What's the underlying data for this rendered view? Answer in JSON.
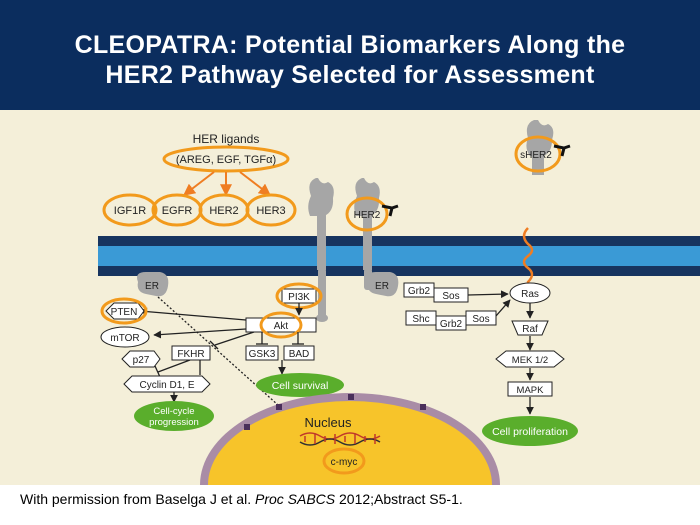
{
  "slide": {
    "title_line1": "CLEOPATRA: Potential Biomarkers Along the",
    "title_line2": "HER2 Pathway Selected for Assessment"
  },
  "colors": {
    "header_bg": "#0b2d5e",
    "diagram_bg": "#f4efd9",
    "highlight_ring": "#f29a1c",
    "membrane_dark": "#17345f",
    "membrane_light": "#3a9ad6",
    "outcome_green": "#5aae2c",
    "nucleus_yellow": "#f7c42a",
    "nucleus_rim": "#a98ca6",
    "receptor_gray": "#a6a6a6"
  },
  "diagram": {
    "her_ligands_title": "HER ligands",
    "her_ligands_list": "(AREG, EGF, TGFα)",
    "receptors": [
      "IGF1R",
      "EGFR",
      "HER2",
      "HER3"
    ],
    "her2_membrane": "HER2",
    "shed_her2": "sHER2",
    "er_left": "ER",
    "er_right": "ER",
    "pi3k": "PI3K",
    "akt": "Akt",
    "pten": "PTEN",
    "mtor": "mTOR",
    "p27": "p27",
    "fkhr": "FKHR",
    "gsk3": "GSK3",
    "bad": "BAD",
    "cyclin": "Cyclin D1, E",
    "cell_cycle_line1": "Cell-cycle",
    "cell_cycle_line2": "progression",
    "cell_survival": "Cell survival",
    "nucleus": "Nucleus",
    "cmyc": "c-myc",
    "grb2_top": "Grb2",
    "sos_top": "Sos",
    "shc": "Shc",
    "grb2_bottom": "Grb2",
    "sos_bottom": "Sos",
    "ras": "Ras",
    "raf": "Raf",
    "mek": "MEK 1/2",
    "mapk": "MAPK",
    "cell_proliferation": "Cell proliferation"
  },
  "footer": {
    "prefix": "With permission from Baselga J et al. ",
    "journal": "Proc SABCS",
    "suffix": " 2012;Abstract S5-1."
  }
}
